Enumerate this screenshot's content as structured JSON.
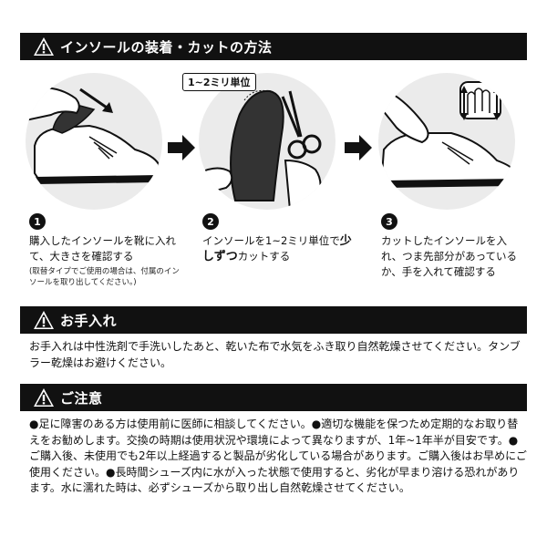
{
  "sections": {
    "method_title": "インソールの装着・カットの方法",
    "care_title": "お手入れ",
    "caution_title": "ご注意"
  },
  "tag": "1~2ミリ単位",
  "steps": [
    {
      "number": "1",
      "text": "購入したインソールを靴に入れて、大きさを確認する",
      "note": "(取替タイプでご使用の場合は、付属のインソールを取り出してください。)"
    },
    {
      "number": "2",
      "text_before": "インソールを1~2ミリ単位で",
      "text_emphasis": "少しずつ",
      "text_after": "カットする"
    },
    {
      "number": "3",
      "text": "カットしたインソールを入れ、つま先部分があっているか、手を入れて確認する"
    }
  ],
  "care_text": "お手入れは中性洗剤で手洗いしたあと、乾いた布で水気をふき取り自然乾燥させてください。タンブラー乾燥はお避けください。",
  "caution_text": "●足に障害のある方は使用前に医師に相談してください。●適切な機能を保つため定期的なお取り替えをお勧めします。交換の時期は使用状況や環境によって異なりますが、1年~1年半が目安です。●ご購入後、未使用でも2年以上経過すると製品が劣化している場合があります。ご購入後はお早めにご使用ください。●長時間シューズ内に水が入った状態で使用すると、劣化が早まり溶ける恐れがあります。水に濡れた時は、必ずシューズから取り出し自然乾燥させてください。"
}
